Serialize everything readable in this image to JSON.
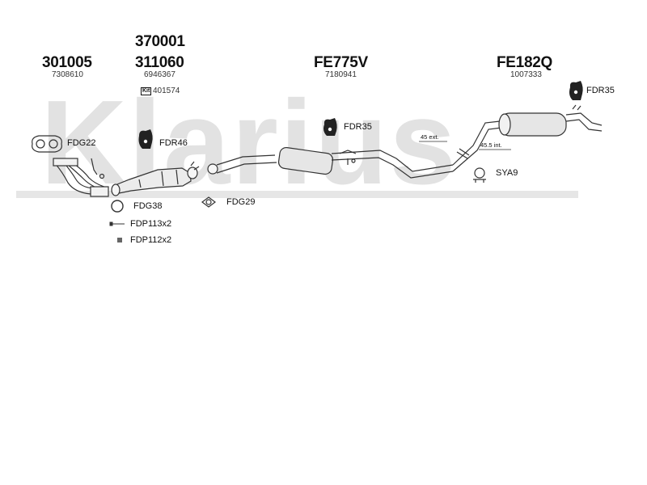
{
  "watermark": {
    "text": "Klarius",
    "color": "#e2e2e2"
  },
  "colors": {
    "line": "#333333",
    "part_fill": "#e8e8e8",
    "mount_fill": "#222222"
  },
  "parts": {
    "p301005": {
      "number": "301005",
      "oe": "7308610"
    },
    "p370001": {
      "number": "370001"
    },
    "p311060": {
      "number": "311060",
      "oe": "6946367",
      "kit_badge": "Kit",
      "kit_number": "401574"
    },
    "pFE775V": {
      "number": "FE775V",
      "oe": "7180941"
    },
    "pFE182Q": {
      "number": "FE182Q",
      "oe": "1007333"
    }
  },
  "accessories": {
    "fdg22": "FDG22",
    "fdr46": "FDR46",
    "fdr35_mid": "FDR35",
    "fdr35_rear": "FDR35",
    "fdg38": "FDG38",
    "fdg29": "FDG29",
    "fdp113": "FDP113x2",
    "fdp112": "FDP112x2",
    "sya9": "SYA9"
  },
  "dimensions": {
    "ext": "45 ext.",
    "int": "45.5 int."
  }
}
